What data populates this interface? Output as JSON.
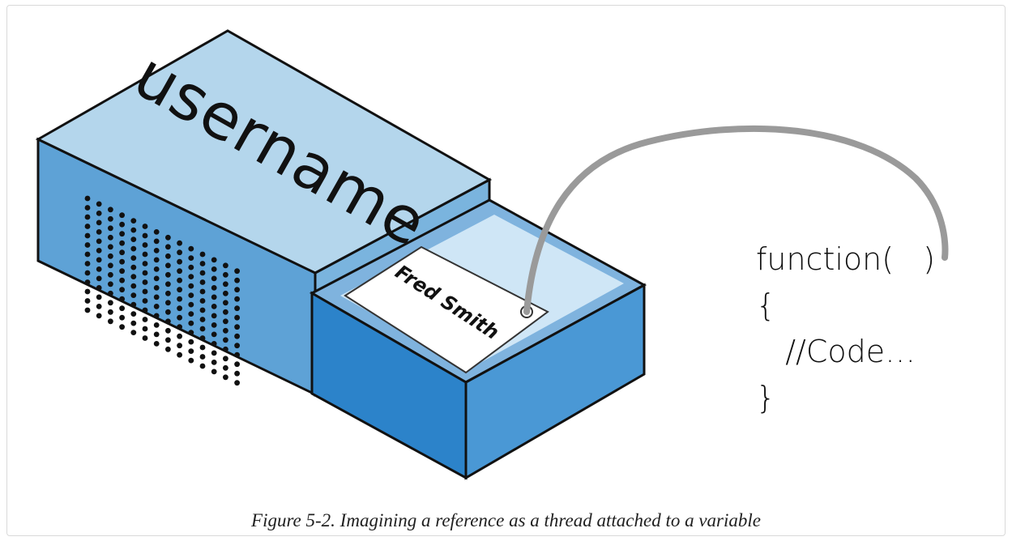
{
  "diagram": {
    "box_label": "username",
    "card_text": "Fred Smith",
    "code_lines": [
      "function(   )",
      "{",
      "   //Code…",
      "}"
    ],
    "colors": {
      "box_top": "#a9cfe8",
      "box_side_left": "#5a9fd4",
      "box_side_front": "#8fc0e3",
      "drawer_top": "#7fb3de",
      "drawer_front": "#2f82c8",
      "drawer_side": "#4a95d2",
      "outline": "#111111",
      "thread": "#9a9a9a"
    },
    "icons": [
      "vent-dots",
      "thread",
      "name-tag"
    ]
  },
  "caption": "Figure 5-2. Imagining a reference as a thread attached to a variable"
}
